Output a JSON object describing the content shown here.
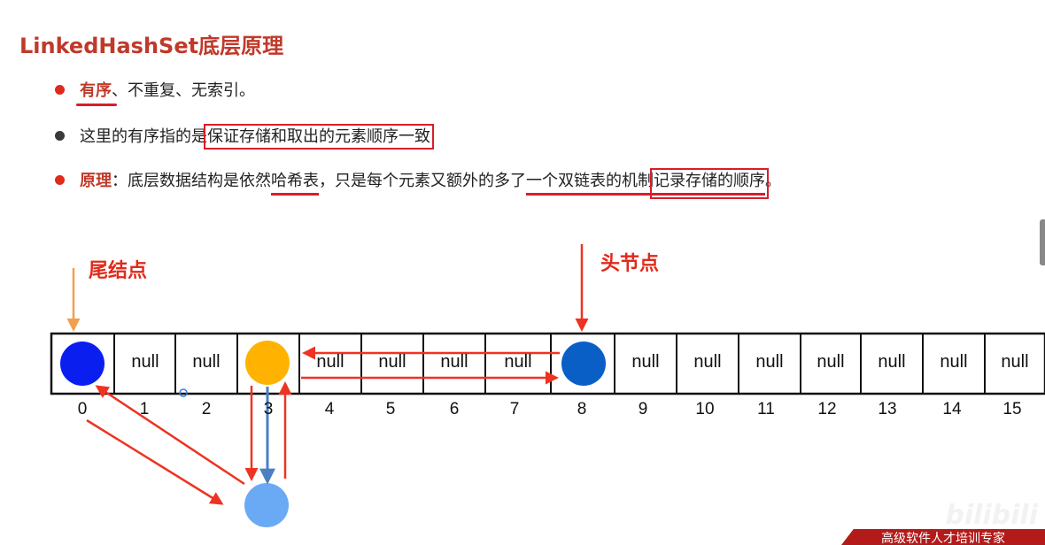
{
  "title": "LinkedHashSet底层原理",
  "bullets": {
    "b1": {
      "kw": "有序",
      "rest": "、不重复、无索引。"
    },
    "b2": {
      "pre": "这里的有序指的是",
      "boxed": "保证存储和取出的元素顺序一致"
    },
    "b3": {
      "kw": "原理",
      "t1": "：底层数据结构是依然",
      "hash": "哈希表",
      "t2": "，只是每个元素又额外的多了",
      "chain": "一个双链表的机制",
      "record": "记录存储的顺序",
      "t3": "。"
    }
  },
  "labels": {
    "tail": "尾结点",
    "head": "头节点"
  },
  "array": {
    "indices": [
      "0",
      "1",
      "2",
      "3",
      "4",
      "5",
      "6",
      "7",
      "8",
      "9",
      "10",
      "11",
      "12",
      "13",
      "14",
      "15"
    ],
    "cells": [
      "",
      "null",
      "null",
      "",
      "null",
      "null",
      "null",
      "null",
      "",
      "null",
      "null",
      "null",
      "null",
      "null",
      "null",
      "null"
    ]
  },
  "colors": {
    "accent_red": "#e02a1b",
    "node0": "#0a1ef0",
    "node3": "#ffb300",
    "node8": "#0a5fc7",
    "node_below": "#6aaaf5",
    "link_blue": "#4a7fc4"
  },
  "watermark": "bilibili",
  "footer_badge": "高级软件人才培训专家"
}
